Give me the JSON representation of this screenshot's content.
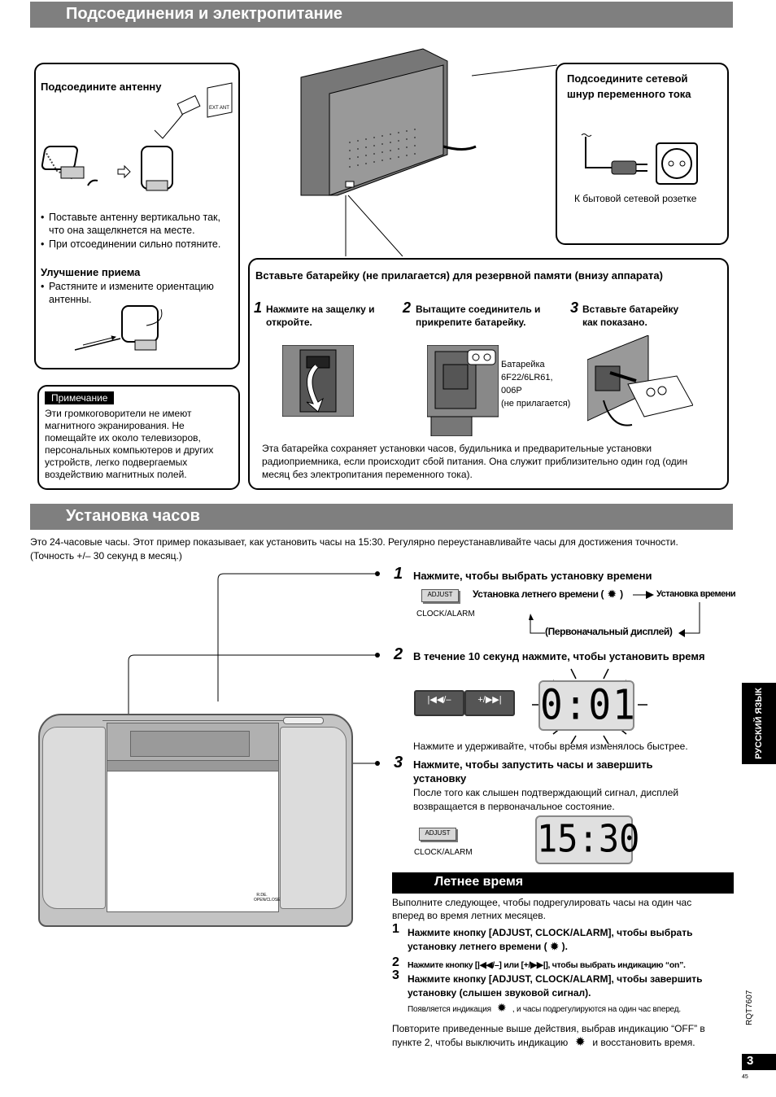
{
  "section1": {
    "title": "Подсоединения и электропитание"
  },
  "antenna": {
    "title": "Подсоедините антенну",
    "ext_ant": "EXT ANT",
    "bullets": [
      "Поставьте антенну вертикально так, что она защелкнется на месте.",
      "При отсоединении сильно потяните."
    ],
    "improve_title": "Улучшение приема",
    "improve_bullet": "Растяните и измените ориентацию антенны."
  },
  "note": {
    "label": "Примечание",
    "text": "Эти громкоговорители не имеют магнитного экранирования. Не помещайте их около телевизоров, персональных компьютеров и других устройств, легко подвергаемых воздействию магнитных полей."
  },
  "power": {
    "title_line1": "Подсоедините сетевой",
    "title_line2": "шнур переменного тока",
    "caption": "К бытовой сетевой розетке"
  },
  "battery": {
    "title": "Вставьте батарейку (не прилагается) для резервной памяти (внизу аппарата)",
    "steps": [
      {
        "num": "1",
        "text": "Нажмите на защелку и откройте."
      },
      {
        "num": "2",
        "text": "Вытащите соединитель и прикрепите батарейку."
      },
      {
        "num": "3",
        "text": "Вставьте батарейку как показано."
      }
    ],
    "battery_label_1": "Батарейка",
    "battery_label_2": "6F22/6LR61,",
    "battery_label_3": "006P",
    "battery_label_4": "(не прилагается)",
    "info": "Эта батарейка сохраняет установки часов, будильника и предварительные установки радиоприемника, если происходит сбой питания. Она служит приблизительно один год (один месяц без электропитания переменного тока)."
  },
  "section2": {
    "title": "Установка часов"
  },
  "clock_intro": {
    "line1": "Это 24-часовые часы. Этот пример показывает, как установить часы на 15:30. Регулярно переустанавливайте часы для достижения точности.",
    "line2": "(Точность +/– 30 секунд в месяц.)"
  },
  "clock_steps": {
    "s1_num": "1",
    "s1_title": "Нажмите, чтобы выбрать установку времени",
    "adjust_label": "ADJUST",
    "clock_alarm_label": "CLOCK/ALARM",
    "dst_setting": "Установка летнего времени (",
    "dst_close": ")",
    "time_setting": "Установка времени",
    "initial_display": "(Первоначальный дисплей)",
    "s2_num": "2",
    "s2_title": "В течение 10 секунд нажмите, чтобы установить время",
    "btn_prev": "|◀◀/–",
    "btn_next": "+/▶▶|",
    "lcd1": "0:01",
    "s2_note": "Нажмите и удерживайте, чтобы время изменялось быстрее.",
    "s3_num": "3",
    "s3_title_line1": "Нажмите, чтобы запустить часы и завершить",
    "s3_title_line2": "установку",
    "s3_desc_line1": "После того как слышен подтверждающий сигнал, дисплей",
    "s3_desc_line2": "возвращается в первоначальное состояние.",
    "lcd2": "15:30"
  },
  "device": {
    "label": "R.DE. OPEN/CLOSE"
  },
  "dst": {
    "title": "Летнее время",
    "intro_line1": "Выполните следующее, чтобы подрегулировать часы на один час",
    "intro_line2": "вперед во время летних месяцев.",
    "step1_num": "1",
    "step1_line1": "Нажмите кнопку [ADJUST, CLOCK/ALARM], чтобы выбрать",
    "step1_line2": "установку летнего времени (",
    "step1_close": ").",
    "step2_num": "2",
    "step2_text": "Нажмите кнопку [|◀◀/–] или [+/▶▶|], чтобы выбрать индикацию “on”.",
    "step3_num": "3",
    "step3_line1": "Нажмите кнопку [ADJUST, CLOCK/ALARM], чтобы завершить",
    "step3_line2": "установку (слышен звуковой сигнал).",
    "step3_note_a": "Появляется индикация",
    "step3_note_b": ", и часы подрегулируются на один час вперед.",
    "outro_line1": "Повторите приведенные выше действия, выбрав индикацию “OFF” в",
    "outro_line2a": "пункте 2, чтобы выключить индикацию",
    "outro_line2b": "и восстановить время."
  },
  "side_tab": {
    "label": "РУССКИЙ ЯЗЫК"
  },
  "doc_code": "RQT7607",
  "page_number": "3",
  "page_sub": "45"
}
